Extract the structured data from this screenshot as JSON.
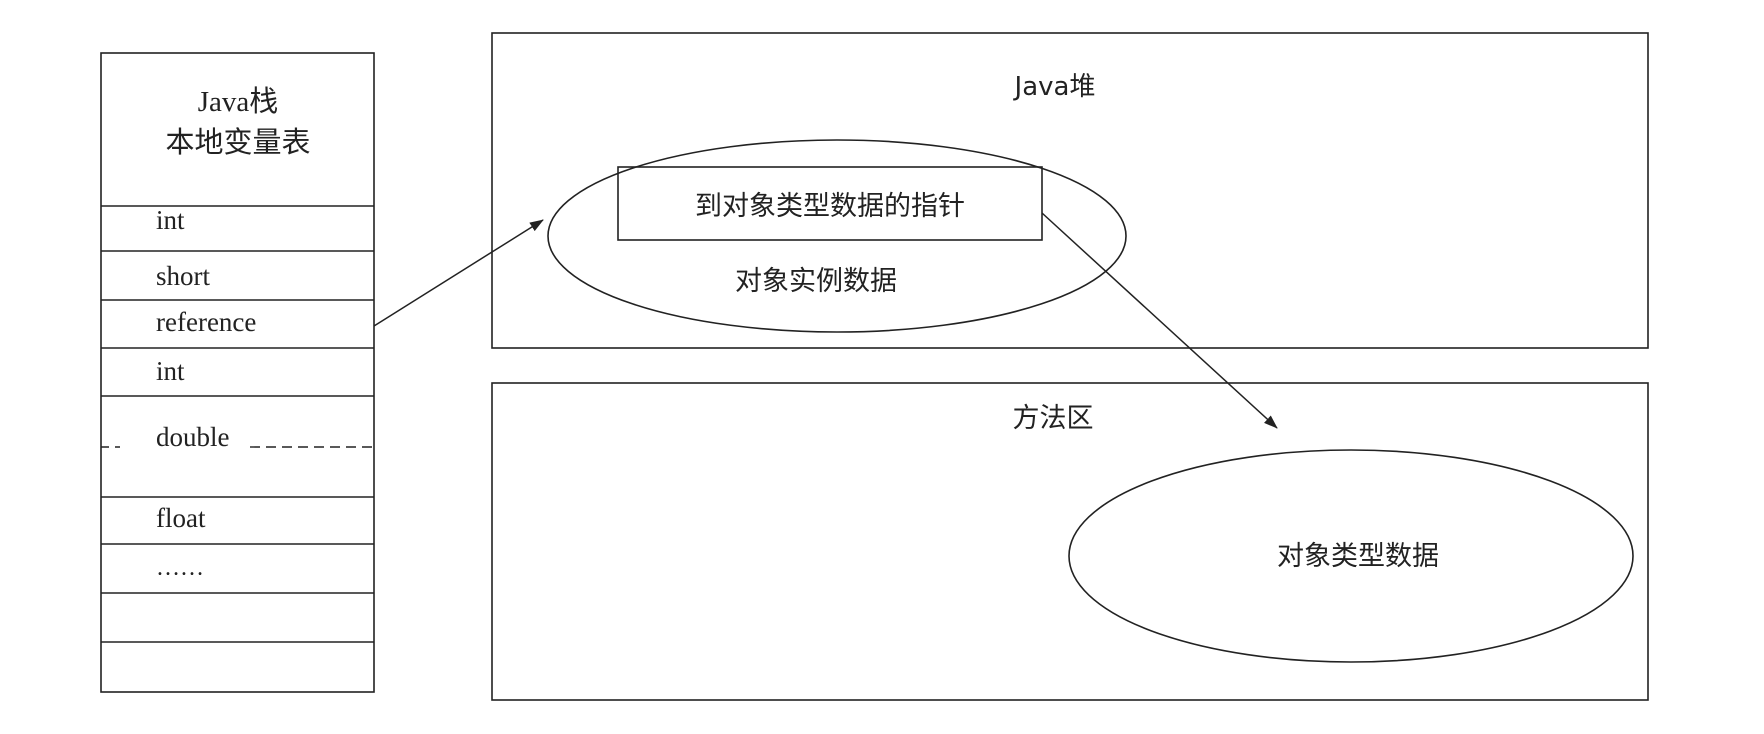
{
  "stack": {
    "title_line1": "Java栈",
    "title_line2": "本地变量表",
    "slots": [
      "int",
      "short",
      "reference",
      "int",
      "double",
      "",
      "float",
      "……",
      "",
      ""
    ]
  },
  "heap": {
    "title": "Java堆",
    "object_label": "对象实例数据",
    "pointer_label": "到对象类型数据的指针"
  },
  "method_area": {
    "title": "方法区",
    "type_data_label": "对象类型数据"
  }
}
